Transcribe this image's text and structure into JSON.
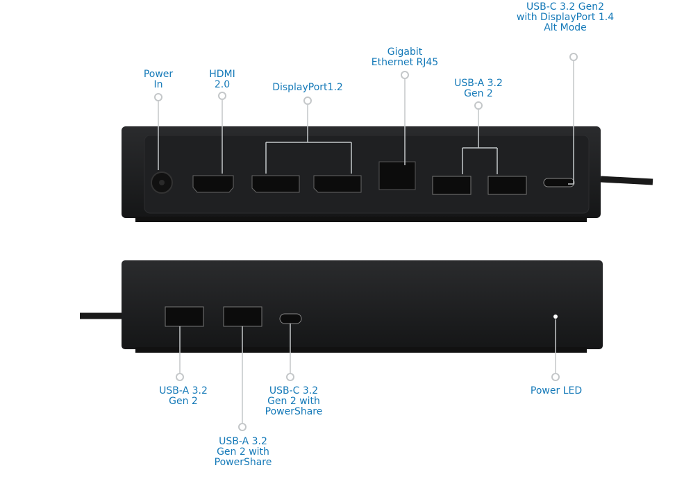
{
  "title": "Dock ports diagram",
  "colors": {
    "label": "#1479b8",
    "dock": "#1c1d1f",
    "callout": "#b9bcbe"
  },
  "rear_view": {
    "labels": [
      {
        "id": "power-in",
        "lines": [
          "Power",
          "In"
        ]
      },
      {
        "id": "hdmi",
        "lines": [
          "HDMI",
          "2.0"
        ]
      },
      {
        "id": "displayport",
        "lines": [
          "DisplayPort1.2"
        ]
      },
      {
        "id": "ethernet",
        "lines": [
          "Gigabit",
          "Ethernet RJ45"
        ]
      },
      {
        "id": "usb-a-rear",
        "lines": [
          "USB-A 3.2",
          "Gen 2"
        ]
      },
      {
        "id": "usb-c-dp",
        "lines": [
          "USB-C 3.2 Gen2",
          "with DisplayPort 1.4",
          "Alt Mode"
        ]
      }
    ]
  },
  "front_view": {
    "labels": [
      {
        "id": "usb-a-front",
        "lines": [
          "USB-A 3.2",
          "Gen 2"
        ]
      },
      {
        "id": "usb-a-powershare",
        "lines": [
          "USB-A 3.2",
          "Gen 2 with",
          "PowerShare"
        ]
      },
      {
        "id": "usb-c-powershare",
        "lines": [
          "USB-C 3.2",
          "Gen 2 with",
          "PowerShare"
        ]
      },
      {
        "id": "power-led",
        "lines": [
          "Power LED"
        ]
      }
    ]
  }
}
